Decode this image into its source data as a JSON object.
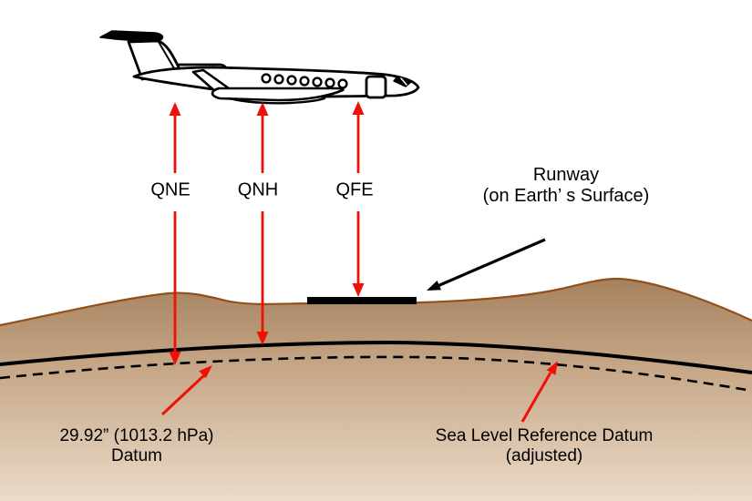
{
  "diagram": {
    "title_hint": "Altimeter pressure datum diagram",
    "labels": {
      "qne": "QNE",
      "qnh": "QNH",
      "qfe": "QFE",
      "runway_line1": "Runway",
      "runway_line2": "(on Earth’ s Surface)",
      "pressure_datum_line1": "29.92” (1013.2 hPa)",
      "pressure_datum_line2": "Datum",
      "sea_level_line1": "Sea Level Reference Datum",
      "sea_level_line2": "(adjusted)"
    },
    "colors": {
      "arrow_red": "#f01008",
      "terrain_outline": "#91501a",
      "terrain_top": "#a5805d",
      "terrain_mid": "#c9ab8c",
      "terrain_bottom": "#ebdccb",
      "ink_black": "#000000",
      "background": "#ffffff"
    },
    "icons": {
      "airplane": "business-jet-side-view",
      "runway": "black-bar-on-surface"
    }
  }
}
